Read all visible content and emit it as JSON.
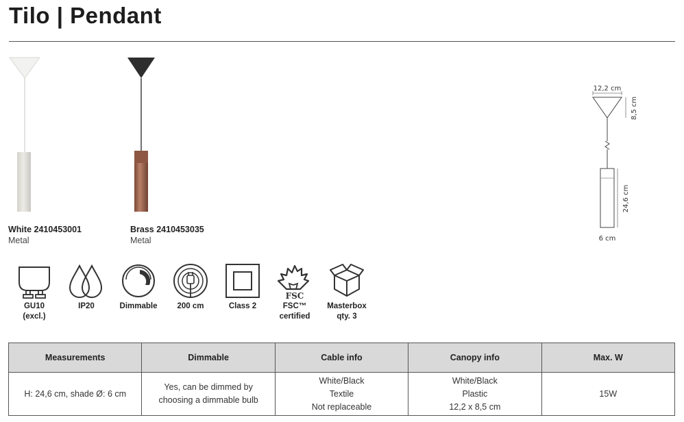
{
  "page": {
    "title": "Tilo | Pendant"
  },
  "products": [
    {
      "name": "White 2410453001",
      "material": "Metal",
      "color": "#e6e4df"
    },
    {
      "name": "Brass 2410453035",
      "material": "Metal",
      "color": "#9a6550"
    }
  ],
  "dimensions": {
    "canopy_width": "12,2 cm",
    "canopy_height": "8,5 cm",
    "shade_height": "24,6 cm",
    "shade_diameter": "6 cm"
  },
  "icons": [
    {
      "icon": "gu10-bulb-icon",
      "label": "GU10\n(excl.)"
    },
    {
      "icon": "ip20-drops-icon",
      "label": "IP20"
    },
    {
      "icon": "dimmable-icon",
      "label": "Dimmable"
    },
    {
      "icon": "cable-plug-icon",
      "label": "200 cm"
    },
    {
      "icon": "class2-icon",
      "label": "Class 2"
    },
    {
      "icon": "fsc-tree-icon",
      "label": "FSC™\ncertified",
      "badge": "FSC"
    },
    {
      "icon": "box-icon",
      "label": "Masterbox\nqty. 3"
    }
  ],
  "table": {
    "headers": [
      "Measurements",
      "Dimmable",
      "Cable info",
      "Canopy info",
      "Max. W"
    ],
    "rows": [
      [
        "H: 24,6 cm, shade Ø: 6 cm",
        "Yes, can be dimmed by\nchoosing a dimmable bulb",
        "White/Black\nTextile\nNot replaceable",
        "White/Black\nPlastic\n12,2 x 8,5 cm",
        "15W"
      ]
    ]
  }
}
